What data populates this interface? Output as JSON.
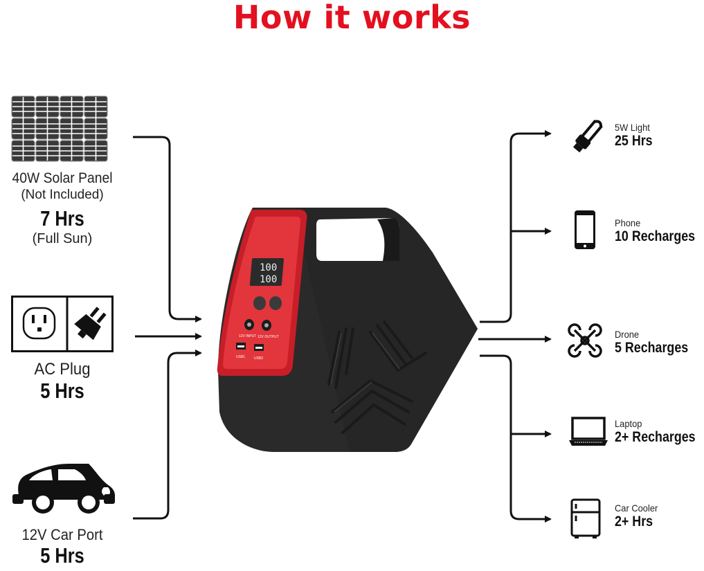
{
  "title": "How it works",
  "colors": {
    "title": "#e3101f",
    "device_accent": "#d9232e",
    "device_body": "#2b2b2b",
    "arrows": "#111111"
  },
  "inputs": [
    {
      "icon": "solar-panel-icon",
      "name": "40W Solar Panel",
      "note": "(Not Included)",
      "value": "7 Hrs",
      "condition": "(Full Sun)"
    },
    {
      "icon": "ac-plug-icon",
      "name": "AC Plug",
      "value": "5 Hrs"
    },
    {
      "icon": "car-icon",
      "name": "12V Car Port",
      "value": "5 Hrs"
    }
  ],
  "device": {
    "display": "100",
    "ports": [
      "12V INPUT",
      "12V OUTPUT",
      "USB1",
      "USB2"
    ]
  },
  "outputs": [
    {
      "icon": "light-bulb-icon",
      "name": "5W Light",
      "value": "25 Hrs"
    },
    {
      "icon": "phone-icon",
      "name": "Phone",
      "value": "10 Recharges"
    },
    {
      "icon": "drone-icon",
      "name": "Drone",
      "value": "5 Recharges"
    },
    {
      "icon": "laptop-icon",
      "name": "Laptop",
      "value": "2+ Recharges"
    },
    {
      "icon": "fridge-icon",
      "name": "Car Cooler",
      "value": "2+ Hrs"
    }
  ]
}
